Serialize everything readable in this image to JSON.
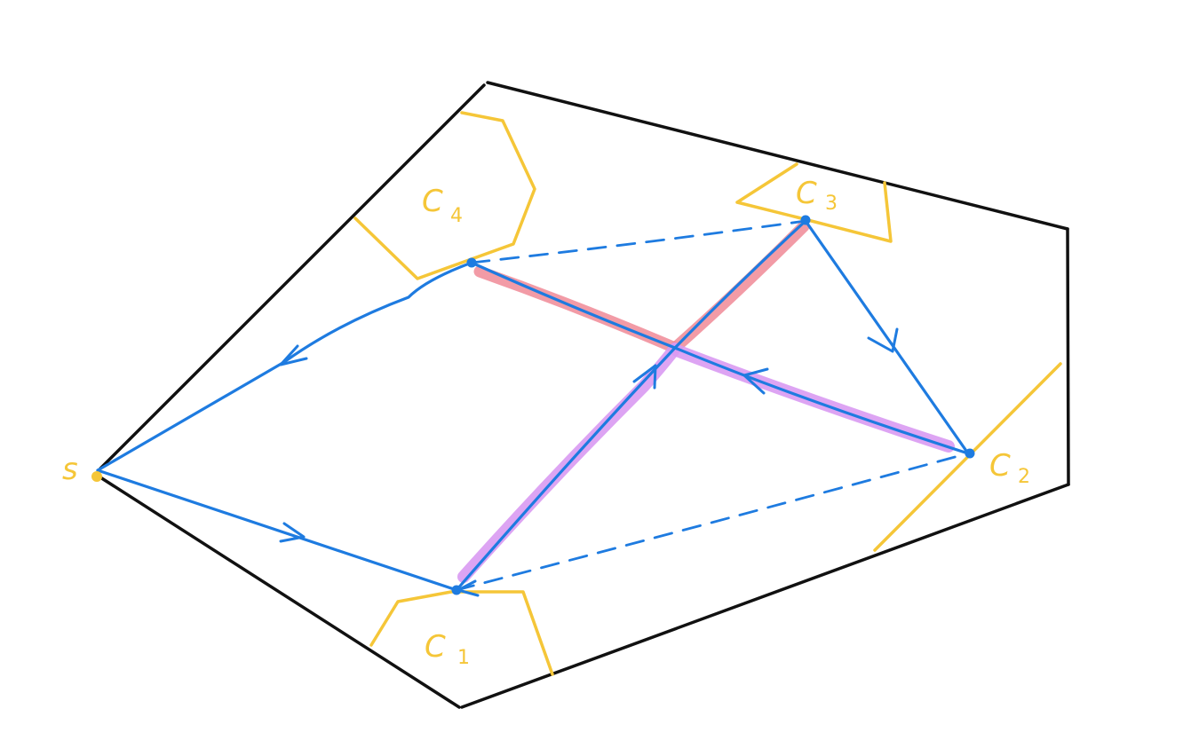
{
  "colors": {
    "outline": "#111111",
    "trap": "#f5c638",
    "path": "#1e7be0",
    "highlight_red": "#f08a96",
    "highlight_violet": "#d99af2"
  },
  "labels": {
    "s": "s",
    "c1": "C",
    "c1_sub": "1",
    "c2": "C",
    "c2_sub": "2",
    "c3": "C",
    "c3_sub": "3",
    "c4": "C",
    "c4_sub": "4"
  }
}
